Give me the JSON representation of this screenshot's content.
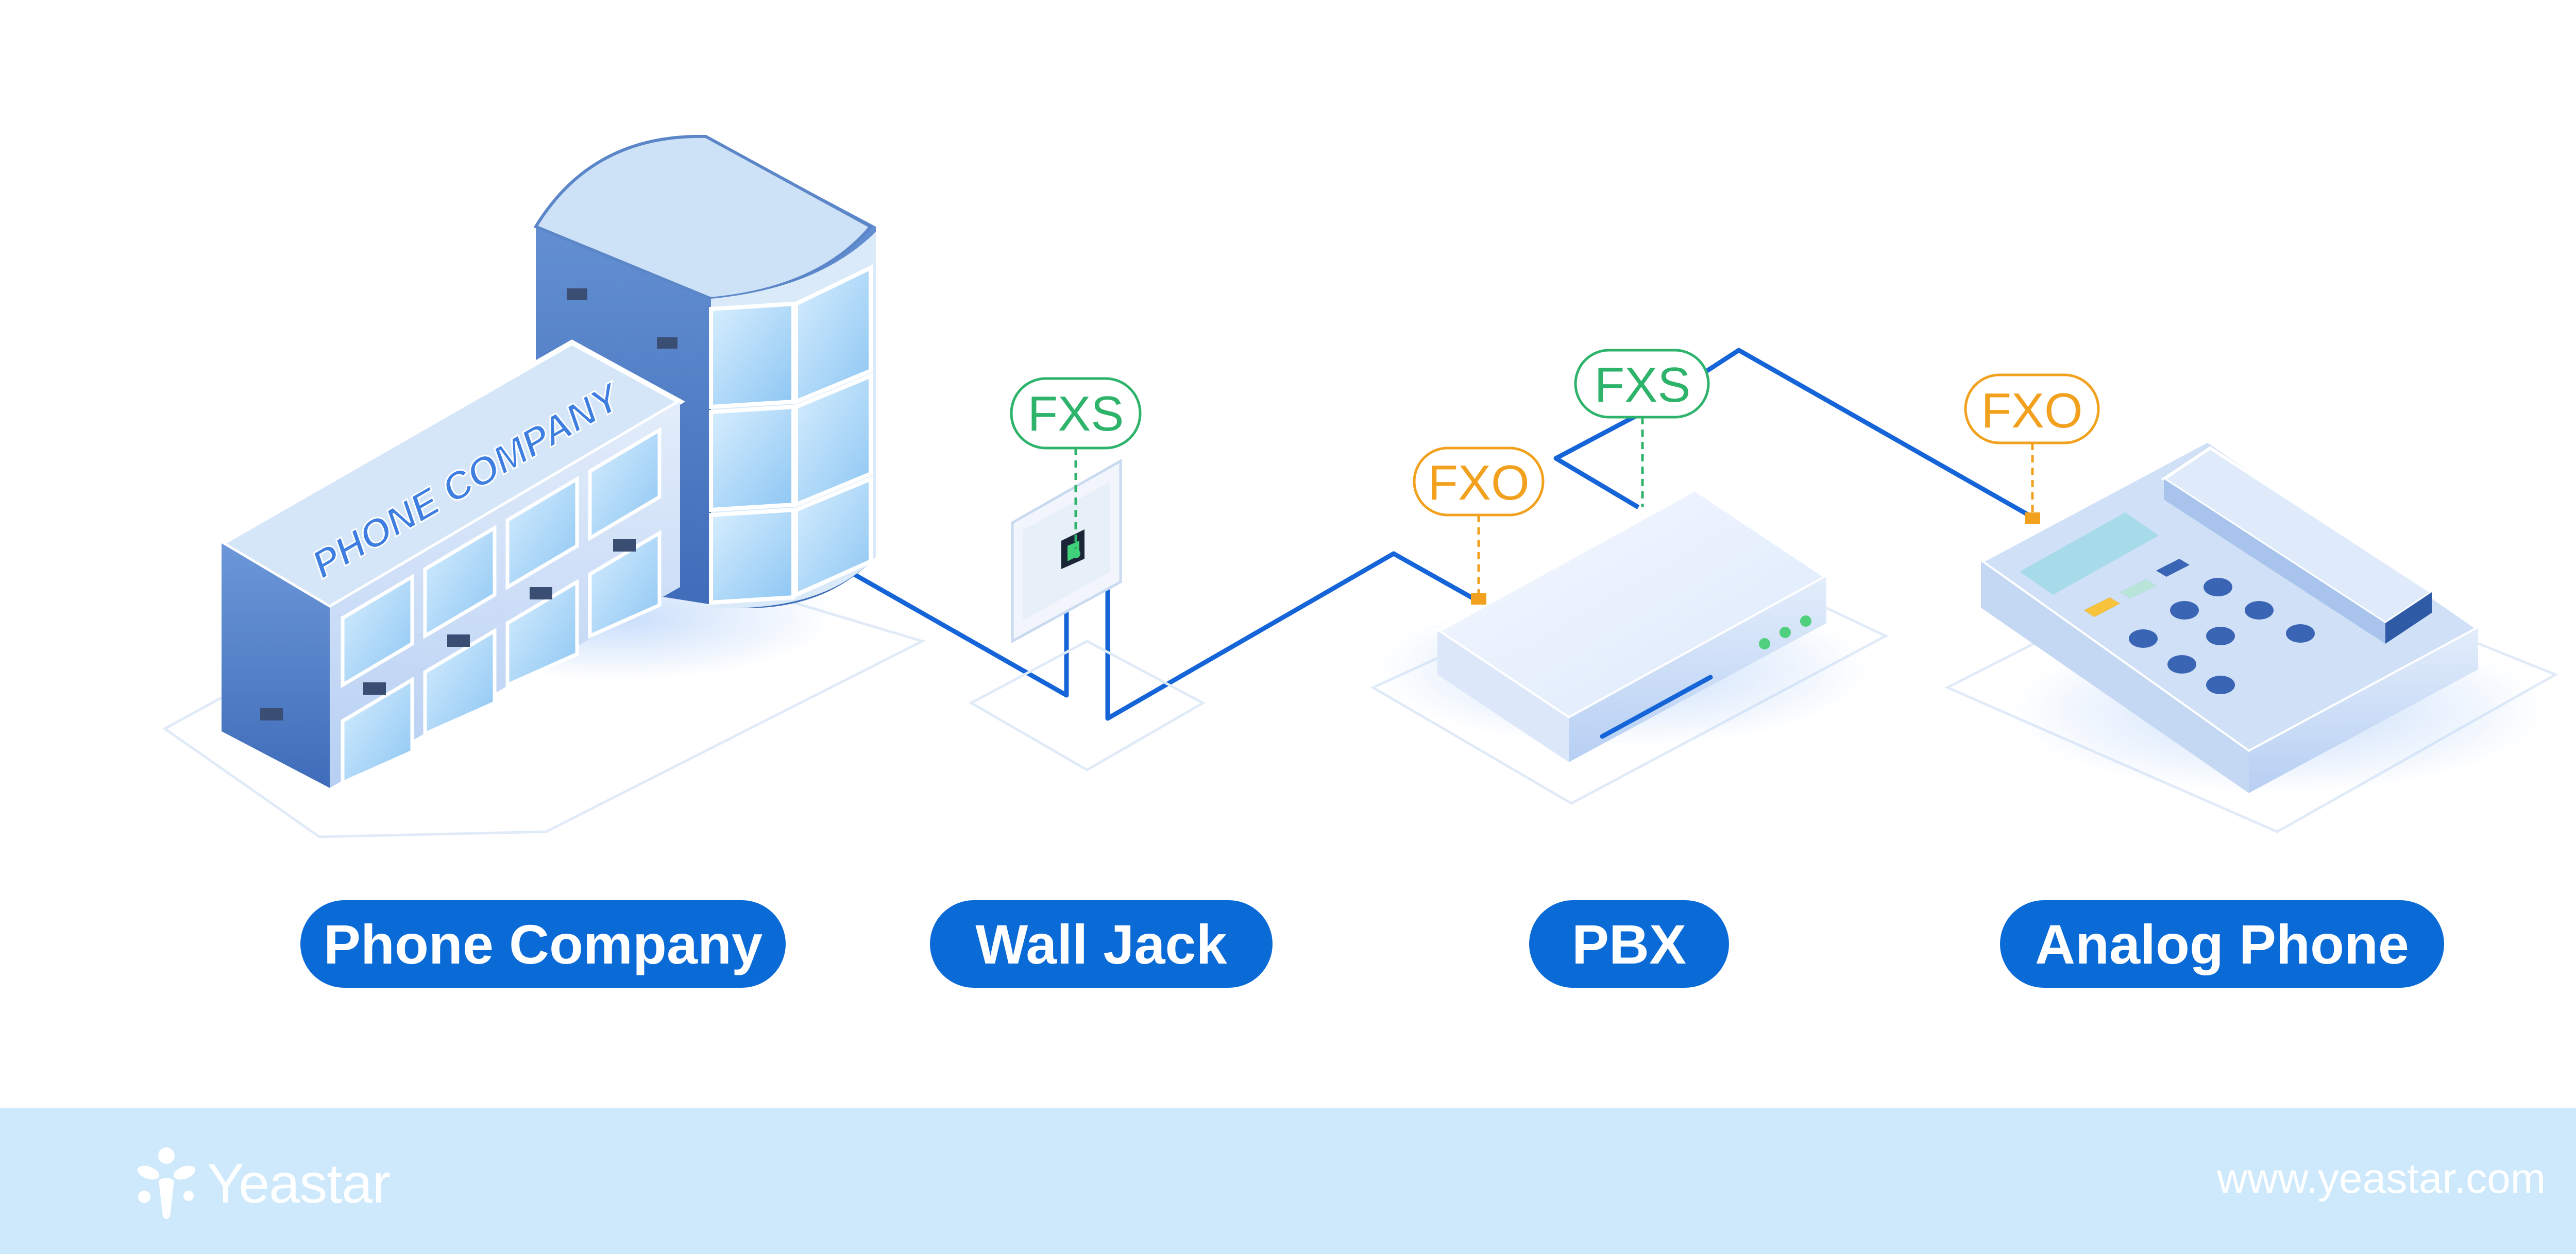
{
  "nodes": {
    "phone_company": {
      "label": "Phone Company",
      "sign": "PHONE COMPANY"
    },
    "wall_jack": {
      "label": "Wall Jack"
    },
    "pbx": {
      "label": "PBX"
    },
    "analog_phone": {
      "label": "Analog Phone"
    }
  },
  "ports": {
    "wall_jack_port": "FXS",
    "pbx_in_port": "FXO",
    "pbx_out_port": "FXS",
    "phone_port": "FXO"
  },
  "colors": {
    "fxs": "#2eb36b",
    "fxo": "#f2a11f",
    "line": "#1565d8",
    "pill": "#0a6ad6",
    "footer": "#cde9fb"
  },
  "footer": {
    "brand": "Yeastar",
    "website": "www.yeastar.com",
    "logo_icon": "yeastar-logo-icon"
  }
}
